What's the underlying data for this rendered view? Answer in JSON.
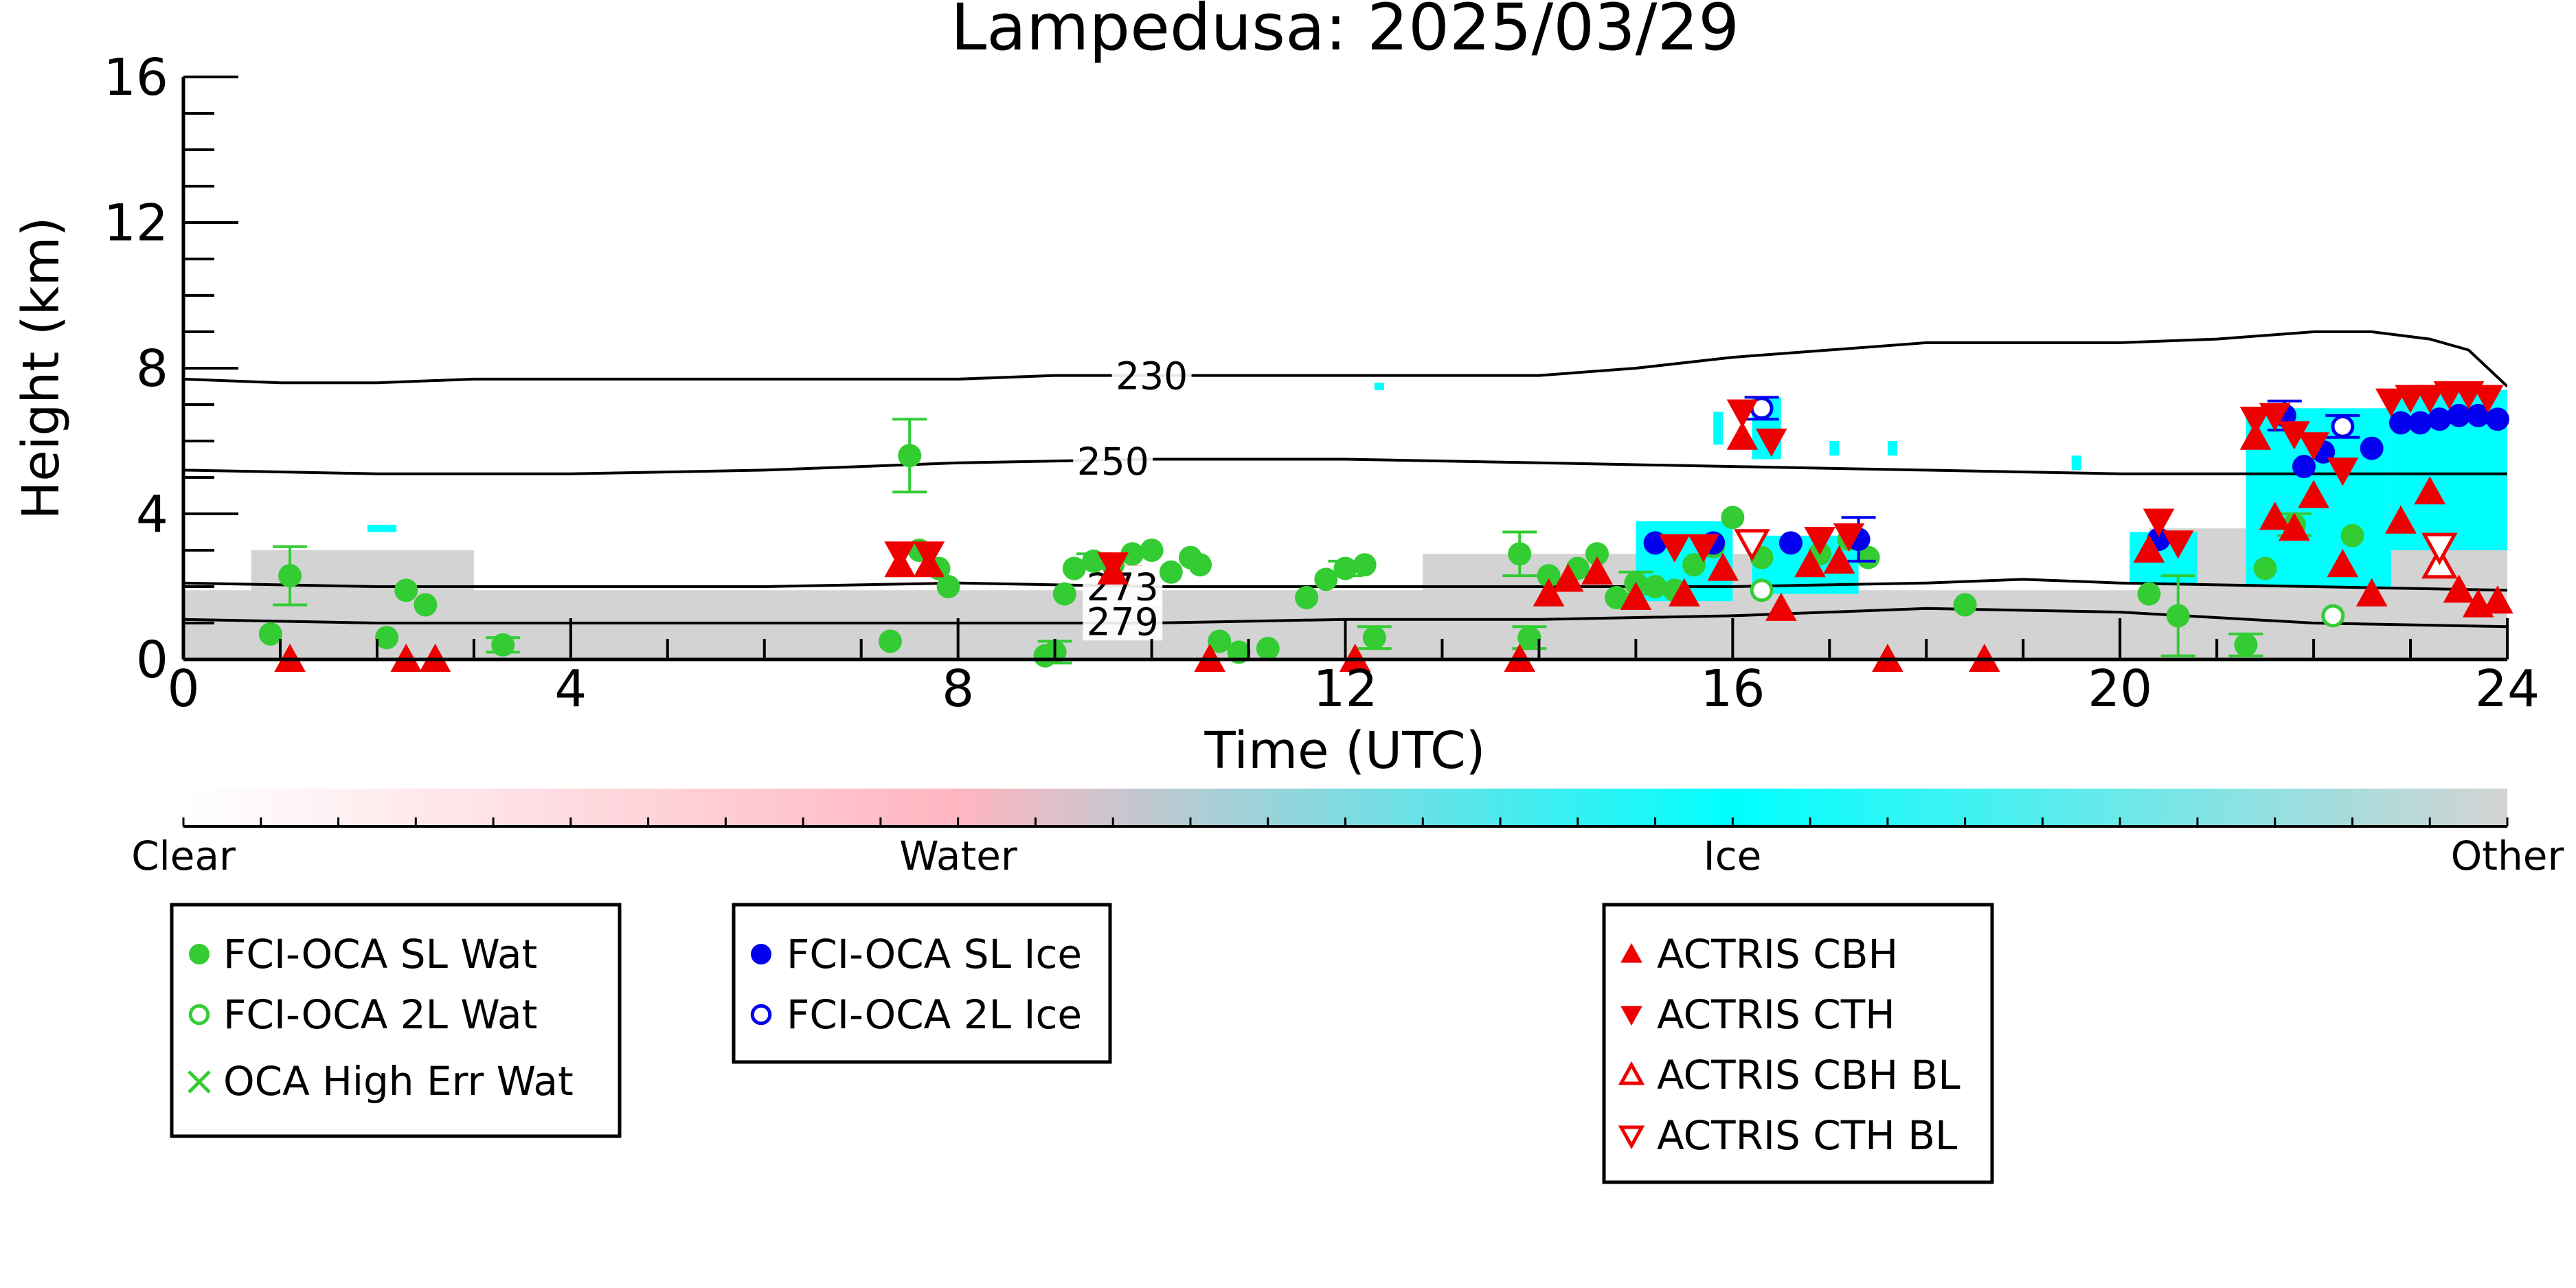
{
  "chart_data": {
    "type": "scatter",
    "title": "Lampedusa: 2025/03/29",
    "xlabel": "Time (UTC)",
    "ylabel": "Height (km)",
    "xlim": [
      0,
      24
    ],
    "ylim": [
      0,
      16
    ],
    "xticks": [
      0,
      4,
      8,
      12,
      16,
      20,
      24
    ],
    "yticks": [
      0,
      4,
      8,
      12,
      16
    ],
    "colorbar": {
      "labels": [
        "Clear",
        "Water",
        "Ice",
        "Other"
      ],
      "colors": [
        "#ffffff",
        "#ffb6c1",
        "#00ffff",
        "#d3d3d3"
      ]
    },
    "contours": [
      {
        "label": "230",
        "x": [
          0,
          1,
          2,
          3,
          4,
          5,
          6,
          7,
          8,
          9,
          10,
          11,
          12,
          13,
          14,
          15,
          16,
          17,
          18,
          19,
          20,
          21,
          22,
          22.6,
          23.2,
          23.6,
          24
        ],
        "y": [
          7.7,
          7.6,
          7.6,
          7.7,
          7.7,
          7.7,
          7.7,
          7.7,
          7.7,
          7.8,
          7.8,
          7.8,
          7.8,
          7.8,
          7.8,
          8.0,
          8.3,
          8.5,
          8.7,
          8.7,
          8.7,
          8.8,
          9.0,
          9.0,
          8.8,
          8.5,
          7.5
        ]
      },
      {
        "label": "250",
        "x": [
          0,
          2,
          4,
          6,
          8,
          10,
          12,
          14,
          16,
          18,
          20,
          22,
          24
        ],
        "y": [
          5.2,
          5.1,
          5.1,
          5.2,
          5.4,
          5.5,
          5.5,
          5.4,
          5.3,
          5.2,
          5.1,
          5.1,
          5.1
        ]
      },
      {
        "label": "273",
        "x": [
          0,
          2,
          4,
          6,
          8,
          10,
          12,
          14,
          16,
          18,
          19,
          20,
          22,
          24
        ],
        "y": [
          2.1,
          2.0,
          2.0,
          2.0,
          2.1,
          2.0,
          2.0,
          2.0,
          2.0,
          2.1,
          2.2,
          2.1,
          2.0,
          1.9
        ]
      },
      {
        "label": "279",
        "x": [
          0,
          2,
          4,
          6,
          8,
          10,
          12,
          14,
          16,
          18,
          20,
          22,
          24
        ],
        "y": [
          1.1,
          1.0,
          1.0,
          1.0,
          1.0,
          1.0,
          1.1,
          1.1,
          1.2,
          1.4,
          1.3,
          1.0,
          0.9
        ]
      }
    ],
    "series": [
      {
        "name": "FCI-OCA SL Wat",
        "color": "#33cc33",
        "marker": "filled-circle",
        "x": [
          0.9,
          1.1,
          2.1,
          2.3,
          2.5,
          3.3,
          7.3,
          7.5,
          7.6,
          7.8,
          7.9,
          8.9,
          9.0,
          9.1,
          9.2,
          9.4,
          9.6,
          9.8,
          10.0,
          10.2,
          10.4,
          10.5,
          10.7,
          10.9,
          11.2,
          11.6,
          11.8,
          12.0,
          12.2,
          12.3,
          13.8,
          13.9,
          14.1,
          14.4,
          14.6,
          14.8,
          15.0,
          15.2,
          15.4,
          15.6,
          15.8,
          16.0,
          16.3,
          16.6,
          16.9,
          17.2,
          17.4,
          18.4,
          20.3,
          20.6,
          21.3,
          21.5,
          21.8,
          22.4
        ],
        "y": [
          0.7,
          2.3,
          0.6,
          1.9,
          1.5,
          0.4,
          0.5,
          5.6,
          3.0,
          2.5,
          2.0,
          0.1,
          0.2,
          1.8,
          2.5,
          2.7,
          2.6,
          2.9,
          3.0,
          2.4,
          2.8,
          2.6,
          0.5,
          0.2,
          0.3,
          1.7,
          2.2,
          2.5,
          2.6,
          0.6,
          2.9,
          0.6,
          2.3,
          2.5,
          2.9,
          1.7,
          2.1,
          2.0,
          1.9,
          2.6,
          3.1,
          3.9,
          2.8,
          3.2,
          2.9,
          3.3,
          2.8,
          1.5,
          1.8,
          1.2,
          0.4,
          2.5,
          3.7,
          3.4
        ],
        "err": [
          0,
          0.8,
          0,
          0,
          0,
          0.2,
          0,
          1.0,
          0,
          0,
          0,
          0,
          0.3,
          0,
          0,
          0.2,
          0,
          0,
          0,
          0,
          0,
          0,
          0,
          0,
          0,
          0,
          0,
          0.2,
          0,
          0.3,
          0.6,
          0.3,
          0,
          0,
          0,
          0,
          0.3,
          0,
          0,
          0,
          0,
          0,
          0,
          0,
          0,
          0,
          0,
          0,
          0,
          1.1,
          0.3,
          0,
          0.3,
          0
        ]
      },
      {
        "name": "FCI-OCA 2L Wat",
        "color": "#33cc33",
        "marker": "open-circle",
        "x": [
          16.3,
          22.2
        ],
        "y": [
          1.9,
          1.2
        ],
        "err": [
          0,
          0
        ]
      },
      {
        "name": "OCA High Err Wat",
        "color": "#33cc33",
        "marker": "x",
        "x": [],
        "y": [],
        "err": []
      },
      {
        "name": "FCI-OCA SL Ice",
        "color": "#0000ee",
        "marker": "filled-circle",
        "x": [
          15.2,
          15.8,
          16.6,
          17.3,
          20.4,
          21.7,
          21.9,
          22.1,
          22.6,
          22.9,
          23.1,
          23.3,
          23.5,
          23.7,
          23.9
        ],
        "y": [
          3.2,
          3.2,
          3.2,
          3.3,
          3.3,
          6.7,
          5.3,
          5.7,
          5.8,
          6.5,
          6.5,
          6.6,
          6.7,
          6.7,
          6.6
        ],
        "err": [
          0,
          0,
          0,
          0.6,
          0,
          0.4,
          0,
          0,
          0,
          0,
          0,
          0,
          0,
          0,
          0
        ]
      },
      {
        "name": "FCI-OCA 2L Ice",
        "color": "#0000ee",
        "marker": "open-circle",
        "x": [
          16.3,
          22.3
        ],
        "y": [
          6.9,
          6.4
        ],
        "err": [
          0.3,
          0.3
        ]
      },
      {
        "name": "ACTRIS CBH",
        "color": "#ee0000",
        "marker": "triangle-up",
        "x": [
          1.1,
          2.3,
          2.6,
          7.4,
          7.7,
          9.6,
          10.6,
          12.1,
          13.8,
          14.1,
          14.3,
          14.6,
          15.0,
          15.5,
          15.9,
          16.1,
          16.5,
          16.8,
          17.1,
          17.6,
          18.6,
          20.3,
          21.4,
          21.6,
          21.8,
          22.0,
          22.3,
          22.6,
          22.9,
          23.2,
          23.5,
          23.7,
          23.9
        ],
        "y": [
          0.0,
          0.0,
          0.0,
          2.6,
          2.6,
          2.4,
          0.0,
          0.0,
          0.0,
          1.8,
          2.2,
          2.4,
          1.7,
          1.8,
          2.5,
          6.1,
          1.4,
          2.6,
          2.7,
          0.0,
          0.0,
          3.0,
          6.1,
          3.9,
          3.6,
          4.5,
          2.6,
          1.8,
          3.8,
          4.6,
          1.9,
          1.5,
          1.6
        ]
      },
      {
        "name": "ACTRIS CTH",
        "color": "#ee0000",
        "marker": "triangle-down",
        "x": [
          7.4,
          7.7,
          9.6,
          15.4,
          15.7,
          16.1,
          16.4,
          16.9,
          17.2,
          20.4,
          20.6,
          21.4,
          21.6,
          21.8,
          22.0,
          22.3,
          22.8,
          23.0,
          23.2,
          23.4,
          23.6,
          23.8
        ],
        "y": [
          2.9,
          2.9,
          2.6,
          3.1,
          3.1,
          6.8,
          6.0,
          3.3,
          3.4,
          3.8,
          3.2,
          6.6,
          6.7,
          6.2,
          5.9,
          5.2,
          7.1,
          7.2,
          7.2,
          7.3,
          7.3,
          7.2
        ]
      },
      {
        "name": "ACTRIS CBH BL",
        "color": "#ee0000",
        "marker": "open-triangle-up",
        "x": [
          23.3
        ],
        "y": [
          2.6
        ]
      },
      {
        "name": "ACTRIS CTH BL",
        "color": "#ee0000",
        "marker": "open-triangle-down",
        "x": [
          16.2,
          23.3
        ],
        "y": [
          3.2,
          3.1
        ]
      }
    ],
    "cloud_regions": [
      {
        "phase": "Other",
        "color": "#d3d3d3",
        "x0": 0,
        "x1": 24,
        "y0": 0,
        "y1": 1.9
      },
      {
        "phase": "Other",
        "color": "#d3d3d3",
        "x0": 0.7,
        "x1": 3.0,
        "y0": 1.9,
        "y1": 3.0
      },
      {
        "phase": "Other",
        "color": "#d3d3d3",
        "x0": 12.8,
        "x1": 16.2,
        "y0": 1.9,
        "y1": 2.9
      },
      {
        "phase": "Other",
        "color": "#d3d3d3",
        "x0": 20.3,
        "x1": 24,
        "y0": 1.9,
        "y1": 3.6
      },
      {
        "phase": "Water",
        "color": "#ffb6c1",
        "x0": 9.4,
        "x1": 9.9,
        "y0": 2.3,
        "y1": 2.6
      },
      {
        "phase": "Water",
        "color": "#ffb6c1",
        "x0": 23.3,
        "x1": 23.8,
        "y0": 3.3,
        "y1": 3.7
      },
      {
        "phase": "Ice",
        "color": "#00ffff",
        "x0": 15.0,
        "x1": 16.0,
        "y0": 1.6,
        "y1": 3.8
      },
      {
        "phase": "Ice",
        "color": "#00ffff",
        "x0": 16.2,
        "x1": 17.3,
        "y0": 1.8,
        "y1": 3.4
      },
      {
        "phase": "Ice",
        "color": "#00ffff",
        "x0": 16.2,
        "x1": 16.5,
        "y0": 5.5,
        "y1": 7.2
      },
      {
        "phase": "Ice",
        "color": "#00ffff",
        "x0": 20.1,
        "x1": 20.8,
        "y0": 2.1,
        "y1": 3.5
      },
      {
        "phase": "Ice",
        "color": "#00ffff",
        "x0": 21.3,
        "x1": 22.8,
        "y0": 2.0,
        "y1": 6.9
      },
      {
        "phase": "Ice",
        "color": "#00ffff",
        "x0": 22.8,
        "x1": 24,
        "y0": 3.0,
        "y1": 7.4
      },
      {
        "phase": "Ice",
        "color": "#00ffff",
        "x0": 1.9,
        "x1": 2.2,
        "y0": 3.5,
        "y1": 3.7
      },
      {
        "phase": "Ice",
        "color": "#00ffff",
        "x0": 12.3,
        "x1": 12.4,
        "y0": 7.4,
        "y1": 7.6
      },
      {
        "phase": "Ice",
        "color": "#00ffff",
        "x0": 15.8,
        "x1": 15.9,
        "y0": 5.9,
        "y1": 6.8
      },
      {
        "phase": "Ice",
        "color": "#00ffff",
        "x0": 17.0,
        "x1": 17.1,
        "y0": 5.6,
        "y1": 6.0
      },
      {
        "phase": "Ice",
        "color": "#00ffff",
        "x0": 17.6,
        "x1": 17.7,
        "y0": 5.6,
        "y1": 6.0
      },
      {
        "phase": "Ice",
        "color": "#00ffff",
        "x0": 19.5,
        "x1": 19.6,
        "y0": 5.2,
        "y1": 5.6
      }
    ]
  }
}
